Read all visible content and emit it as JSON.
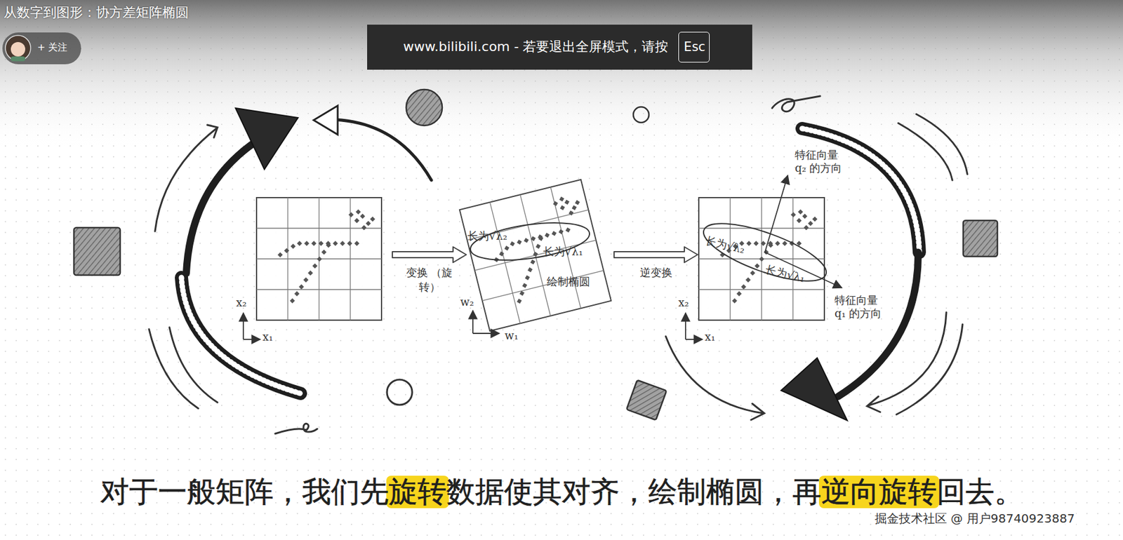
{
  "diagram": {
    "title": "从数字到图形：协方差矩阵椭圆",
    "caption": "对于一般矩阵，我们先旋转数据使其对齐，绘制椭圆，再逆向旋转回去。",
    "nodes": [
      {
        "text": [
          "+ 关注"
        ]
      },
      {
        "text": [
          "www.bilibili.com - 若要退出全屏模式，请按"
        ]
      },
      {
        "text": [
          "Esc"
        ],
        "in": 1
      },
      {
        "text": [
          "x₂",
          "x₁"
        ]
      },
      {
        "text": [
          "长为√λ₂",
          "长为√λ₁",
          "绘制椭圆",
          "w₂",
          "w₁"
        ]
      },
      {
        "text": [
          "长为√λ₂",
          "长为√λ₁",
          "特征向量 q₂ 的方向",
          "特征向量 q₁ 的方向",
          "x₂",
          "x₁"
        ]
      }
    ],
    "edges": [
      {
        "from": 3,
        "to": 4,
        "arrow": "to",
        "label": "变换 （旋转）"
      },
      {
        "from": 4,
        "to": 5,
        "arrow": "to",
        "label": "逆变换"
      }
    ],
    "labels": [
      "掘金技术社区 @ 用户98740923887"
    ]
  }
}
